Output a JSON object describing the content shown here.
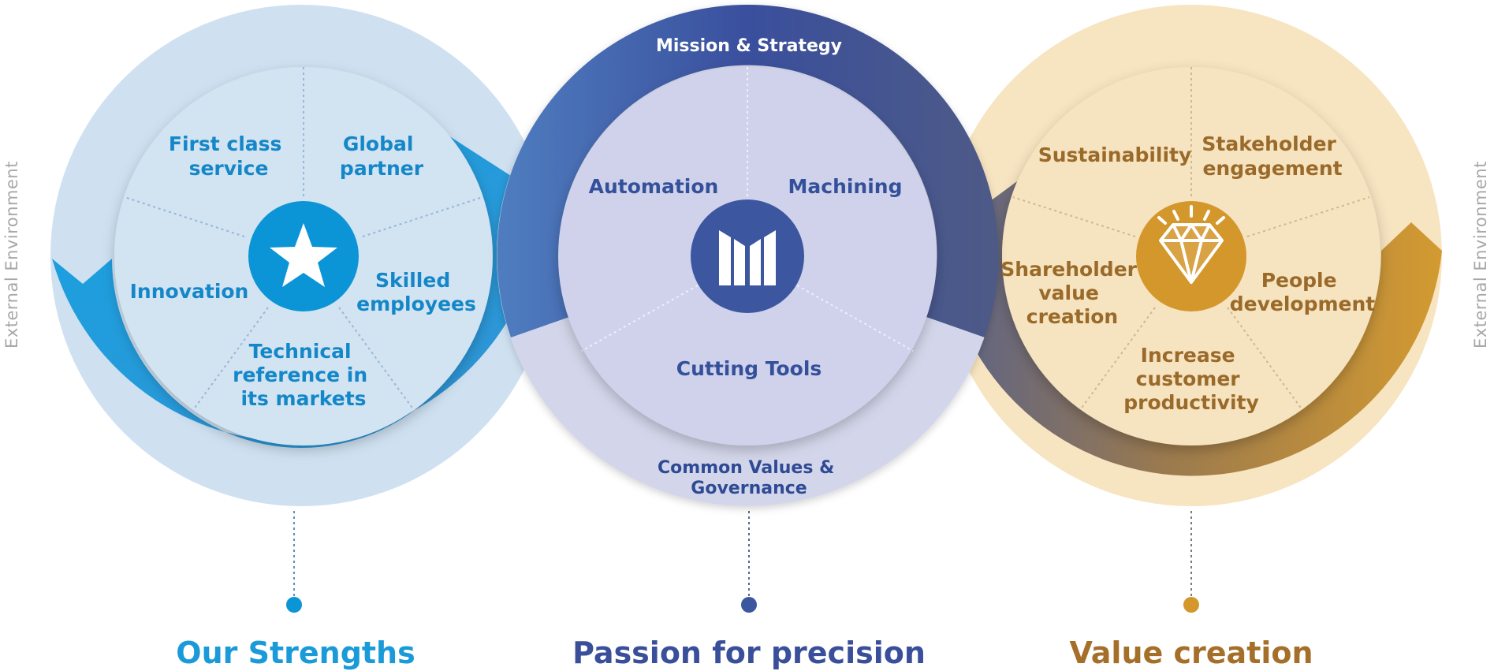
{
  "side_labels": {
    "left": "External Environment",
    "right": "External Environment"
  },
  "strengths": {
    "title": "Our Strengths",
    "items": {
      "first_class": [
        "First class",
        "service"
      ],
      "global": [
        "Global",
        "partner"
      ],
      "innovation": [
        "Innovation"
      ],
      "skilled": [
        "Skilled",
        "employees"
      ],
      "technical": [
        "Technical",
        "reference in",
        "its markets"
      ]
    },
    "icon": "star-icon",
    "colors": {
      "accent": "#0c95d6",
      "light": "#cfe1f1",
      "text": "#1487c8"
    }
  },
  "precision": {
    "title": "Passion for precision",
    "ring_top": "Mission & Strategy",
    "ring_bottom": [
      "Common Values &",
      "Governance"
    ],
    "items": {
      "automation": [
        "Automation"
      ],
      "machining": [
        "Machining"
      ],
      "cutting": [
        "Cutting Tools"
      ]
    },
    "icon": "m-logo-icon",
    "colors": {
      "accent": "#3c56a0",
      "light": "#d3d6ea",
      "text": "#34509a"
    }
  },
  "value": {
    "title": "Value creation",
    "items": {
      "sustainability": [
        "Sustainability"
      ],
      "stakeholder": [
        "Stakeholder",
        "engagement"
      ],
      "shareholder": [
        "Shareholder",
        "value",
        "creation"
      ],
      "people": [
        "People",
        "development"
      ],
      "productivity": [
        "Increase",
        "customer",
        "productivity"
      ]
    },
    "icon": "diamond-icon",
    "colors": {
      "accent": "#d4972c",
      "light": "#f7e4c1",
      "text": "#9a6a2a"
    }
  }
}
